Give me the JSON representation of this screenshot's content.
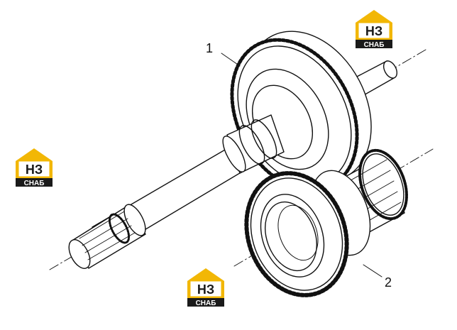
{
  "callouts": [
    {
      "number": "1",
      "part": "shaft-with-large-gear"
    },
    {
      "number": "2",
      "part": "gear-cluster"
    }
  ],
  "watermark": {
    "mark_text": "НЗ",
    "label_text": "СНАБ",
    "house_color": "#f2b705",
    "label_color": "#1a1a1a"
  },
  "drawing_color": "#111111"
}
